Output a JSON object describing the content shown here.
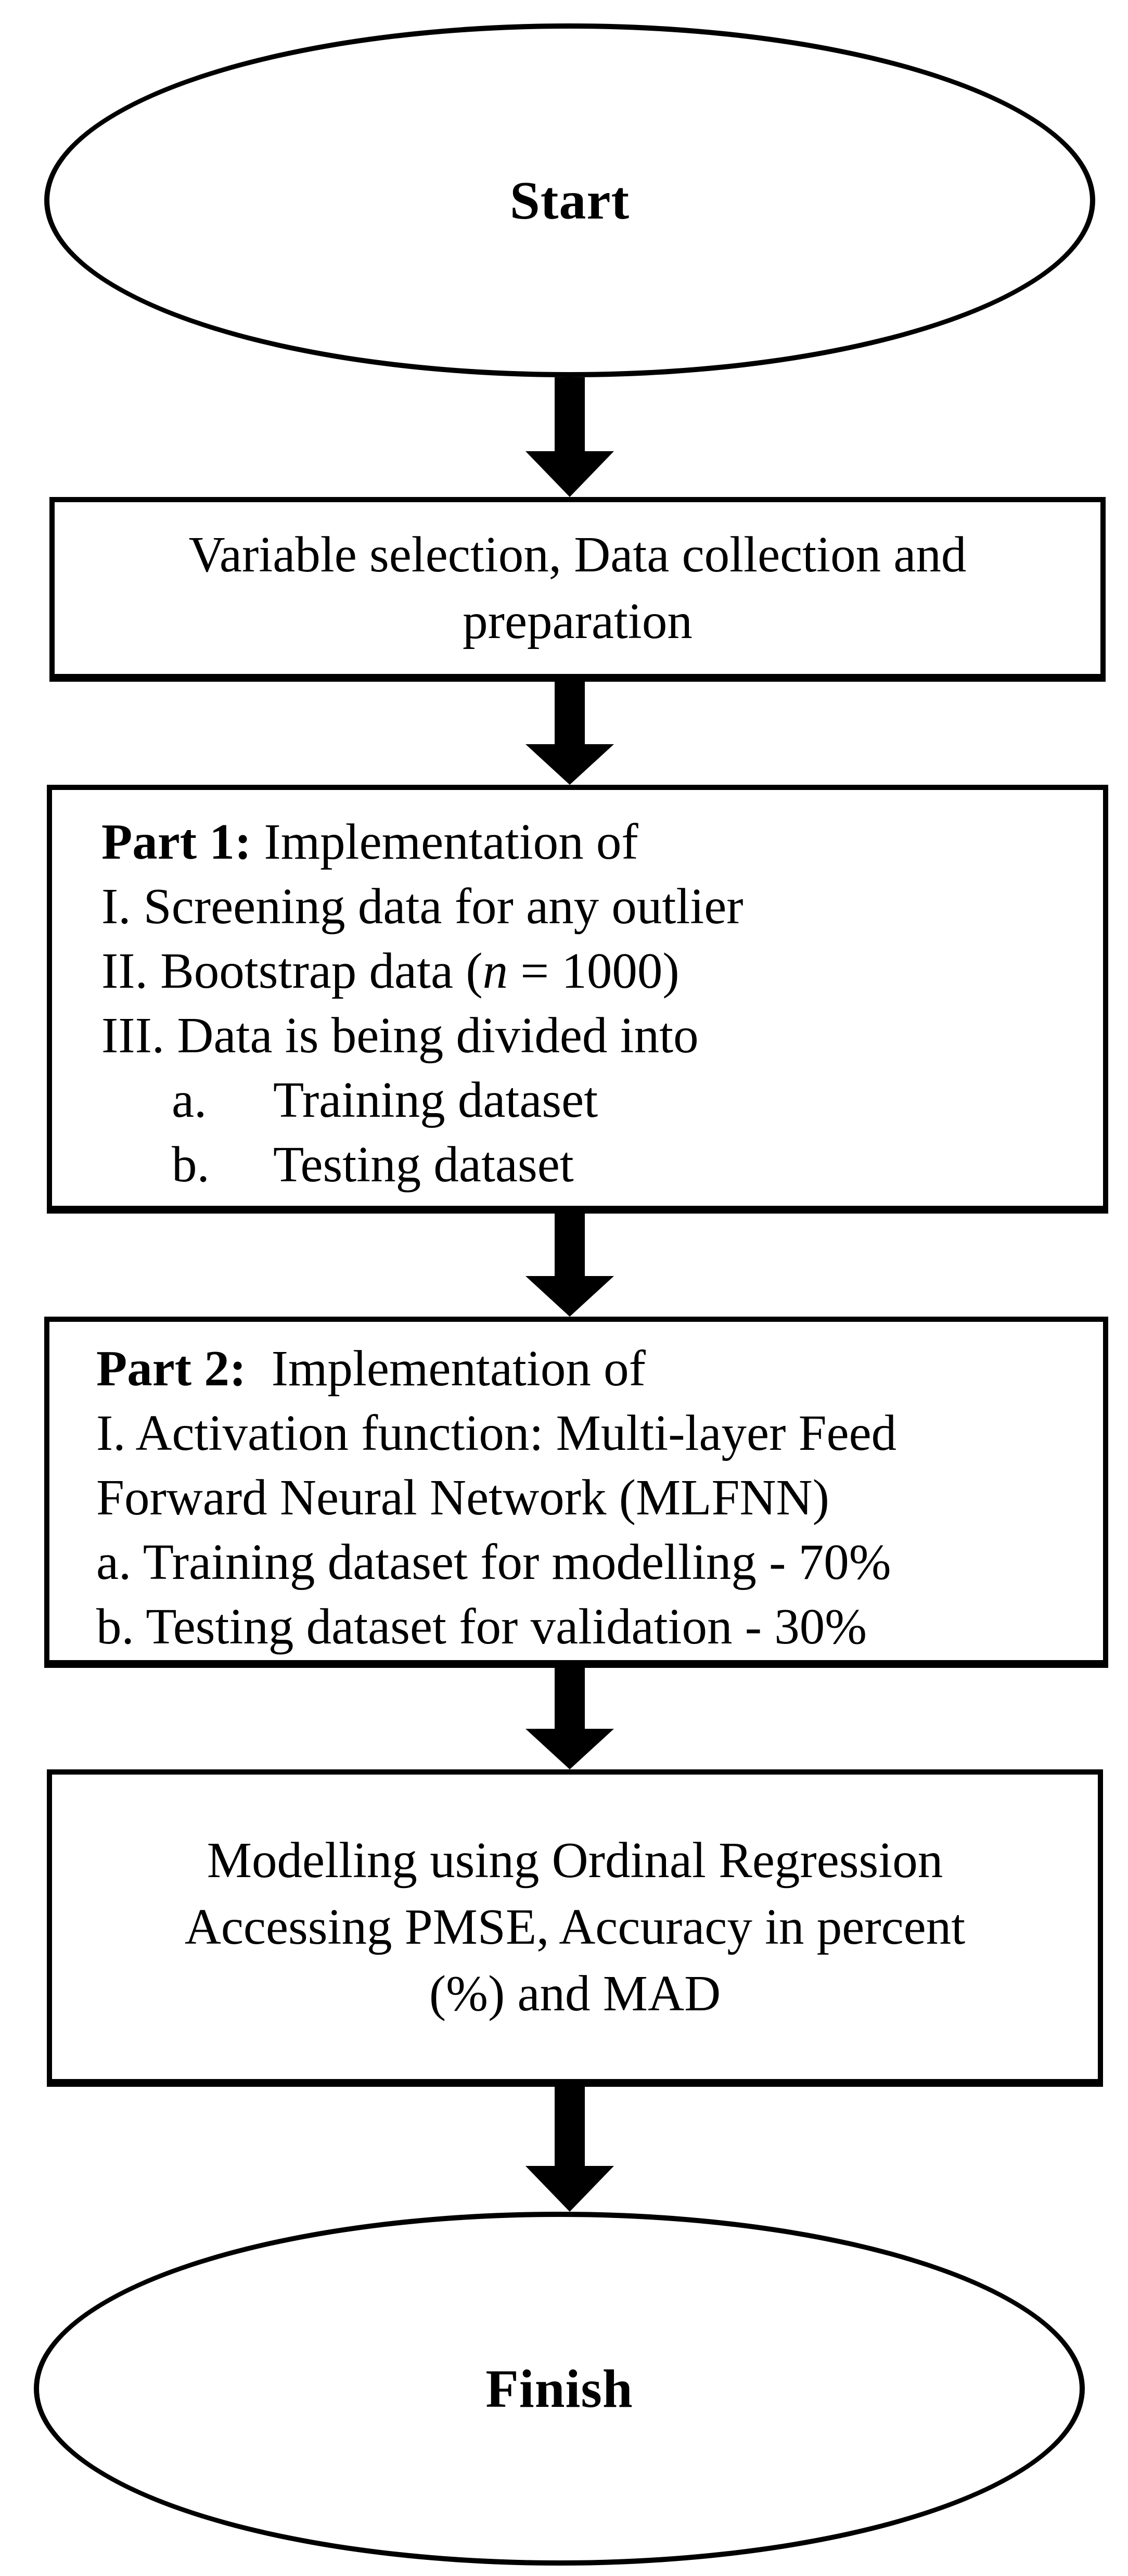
{
  "diagram": {
    "start": {
      "label": "Start"
    },
    "box1": {
      "lines": [
        "Variable selection, Data collection and",
        "preparation"
      ]
    },
    "part1": {
      "title_bold": "Part 1:",
      "title_rest": " Implementation of",
      "item1": "I. Screening data for any outlier",
      "item2_pre": "II. Bootstrap data (",
      "item2_var": "n",
      "item2_post": " = 1000)",
      "item3": "III. Data is being divided into",
      "sub_a_marker": "a.",
      "sub_a_text": "Training dataset",
      "sub_b_marker": "b.",
      "sub_b_text": "Testing dataset"
    },
    "part2": {
      "title_bold": "Part 2:",
      "title_rest": "  Implementation of",
      "line1": "I. Activation function: Multi-layer Feed",
      "line2": "Forward Neural Network (MLFNN)",
      "line3": "a. Training dataset for modelling - 70%",
      "line4": "b. Testing dataset for validation - 30%"
    },
    "box4": {
      "lines": [
        "Modelling using Ordinal Regression",
        "Accessing PMSE, Accuracy in percent",
        "(%) and MAD"
      ]
    },
    "finish": {
      "label": "Finish"
    },
    "colors": {
      "stroke": "#000000",
      "background": "#ffffff"
    }
  }
}
